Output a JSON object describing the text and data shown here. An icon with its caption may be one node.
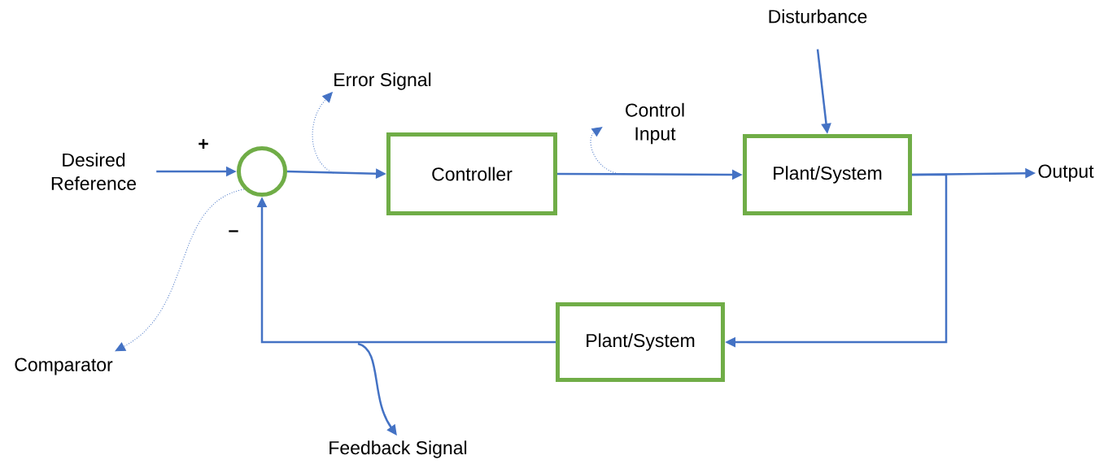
{
  "diagram": {
    "nodes": [
      {
        "text": [
          "Desired Reference"
        ]
      },
      {
        "text": [],
        "shape": "circle"
      },
      {
        "text": [
          "Controller"
        ]
      },
      {
        "text": [
          "Plant/System"
        ]
      },
      {
        "text": [
          "Disturbance"
        ]
      },
      {
        "text": [
          "Output"
        ]
      },
      {
        "text": [
          "Plant/System"
        ]
      },
      {
        "text": [
          "Error Signal"
        ]
      },
      {
        "text": [
          "Control Input"
        ]
      },
      {
        "text": [
          "Comparator"
        ]
      },
      {
        "text": [
          "Feedback Signal"
        ]
      }
    ],
    "edges": [
      {
        "from": 0,
        "to": 1,
        "arrow": "to"
      },
      {
        "from": 1,
        "to": 2,
        "arrow": "to"
      },
      {
        "from": 2,
        "to": 3,
        "arrow": "to"
      },
      {
        "from": 4,
        "to": 3,
        "arrow": "to"
      },
      {
        "from": 3,
        "to": 5,
        "arrow": "to"
      },
      {
        "from": 3,
        "to": 6,
        "arrow": "to"
      },
      {
        "from": 6,
        "to": 1,
        "arrow": "to"
      },
      {
        "from": null,
        "to": 7,
        "arrow": "to",
        "style": "dashed"
      },
      {
        "from": null,
        "to": 8,
        "arrow": "to",
        "style": "dashed"
      },
      {
        "from": 1,
        "to": 9,
        "arrow": "to",
        "style": "dashed"
      },
      {
        "from": null,
        "to": 10,
        "arrow": "to"
      }
    ],
    "labels": [
      "+",
      "–"
    ]
  }
}
